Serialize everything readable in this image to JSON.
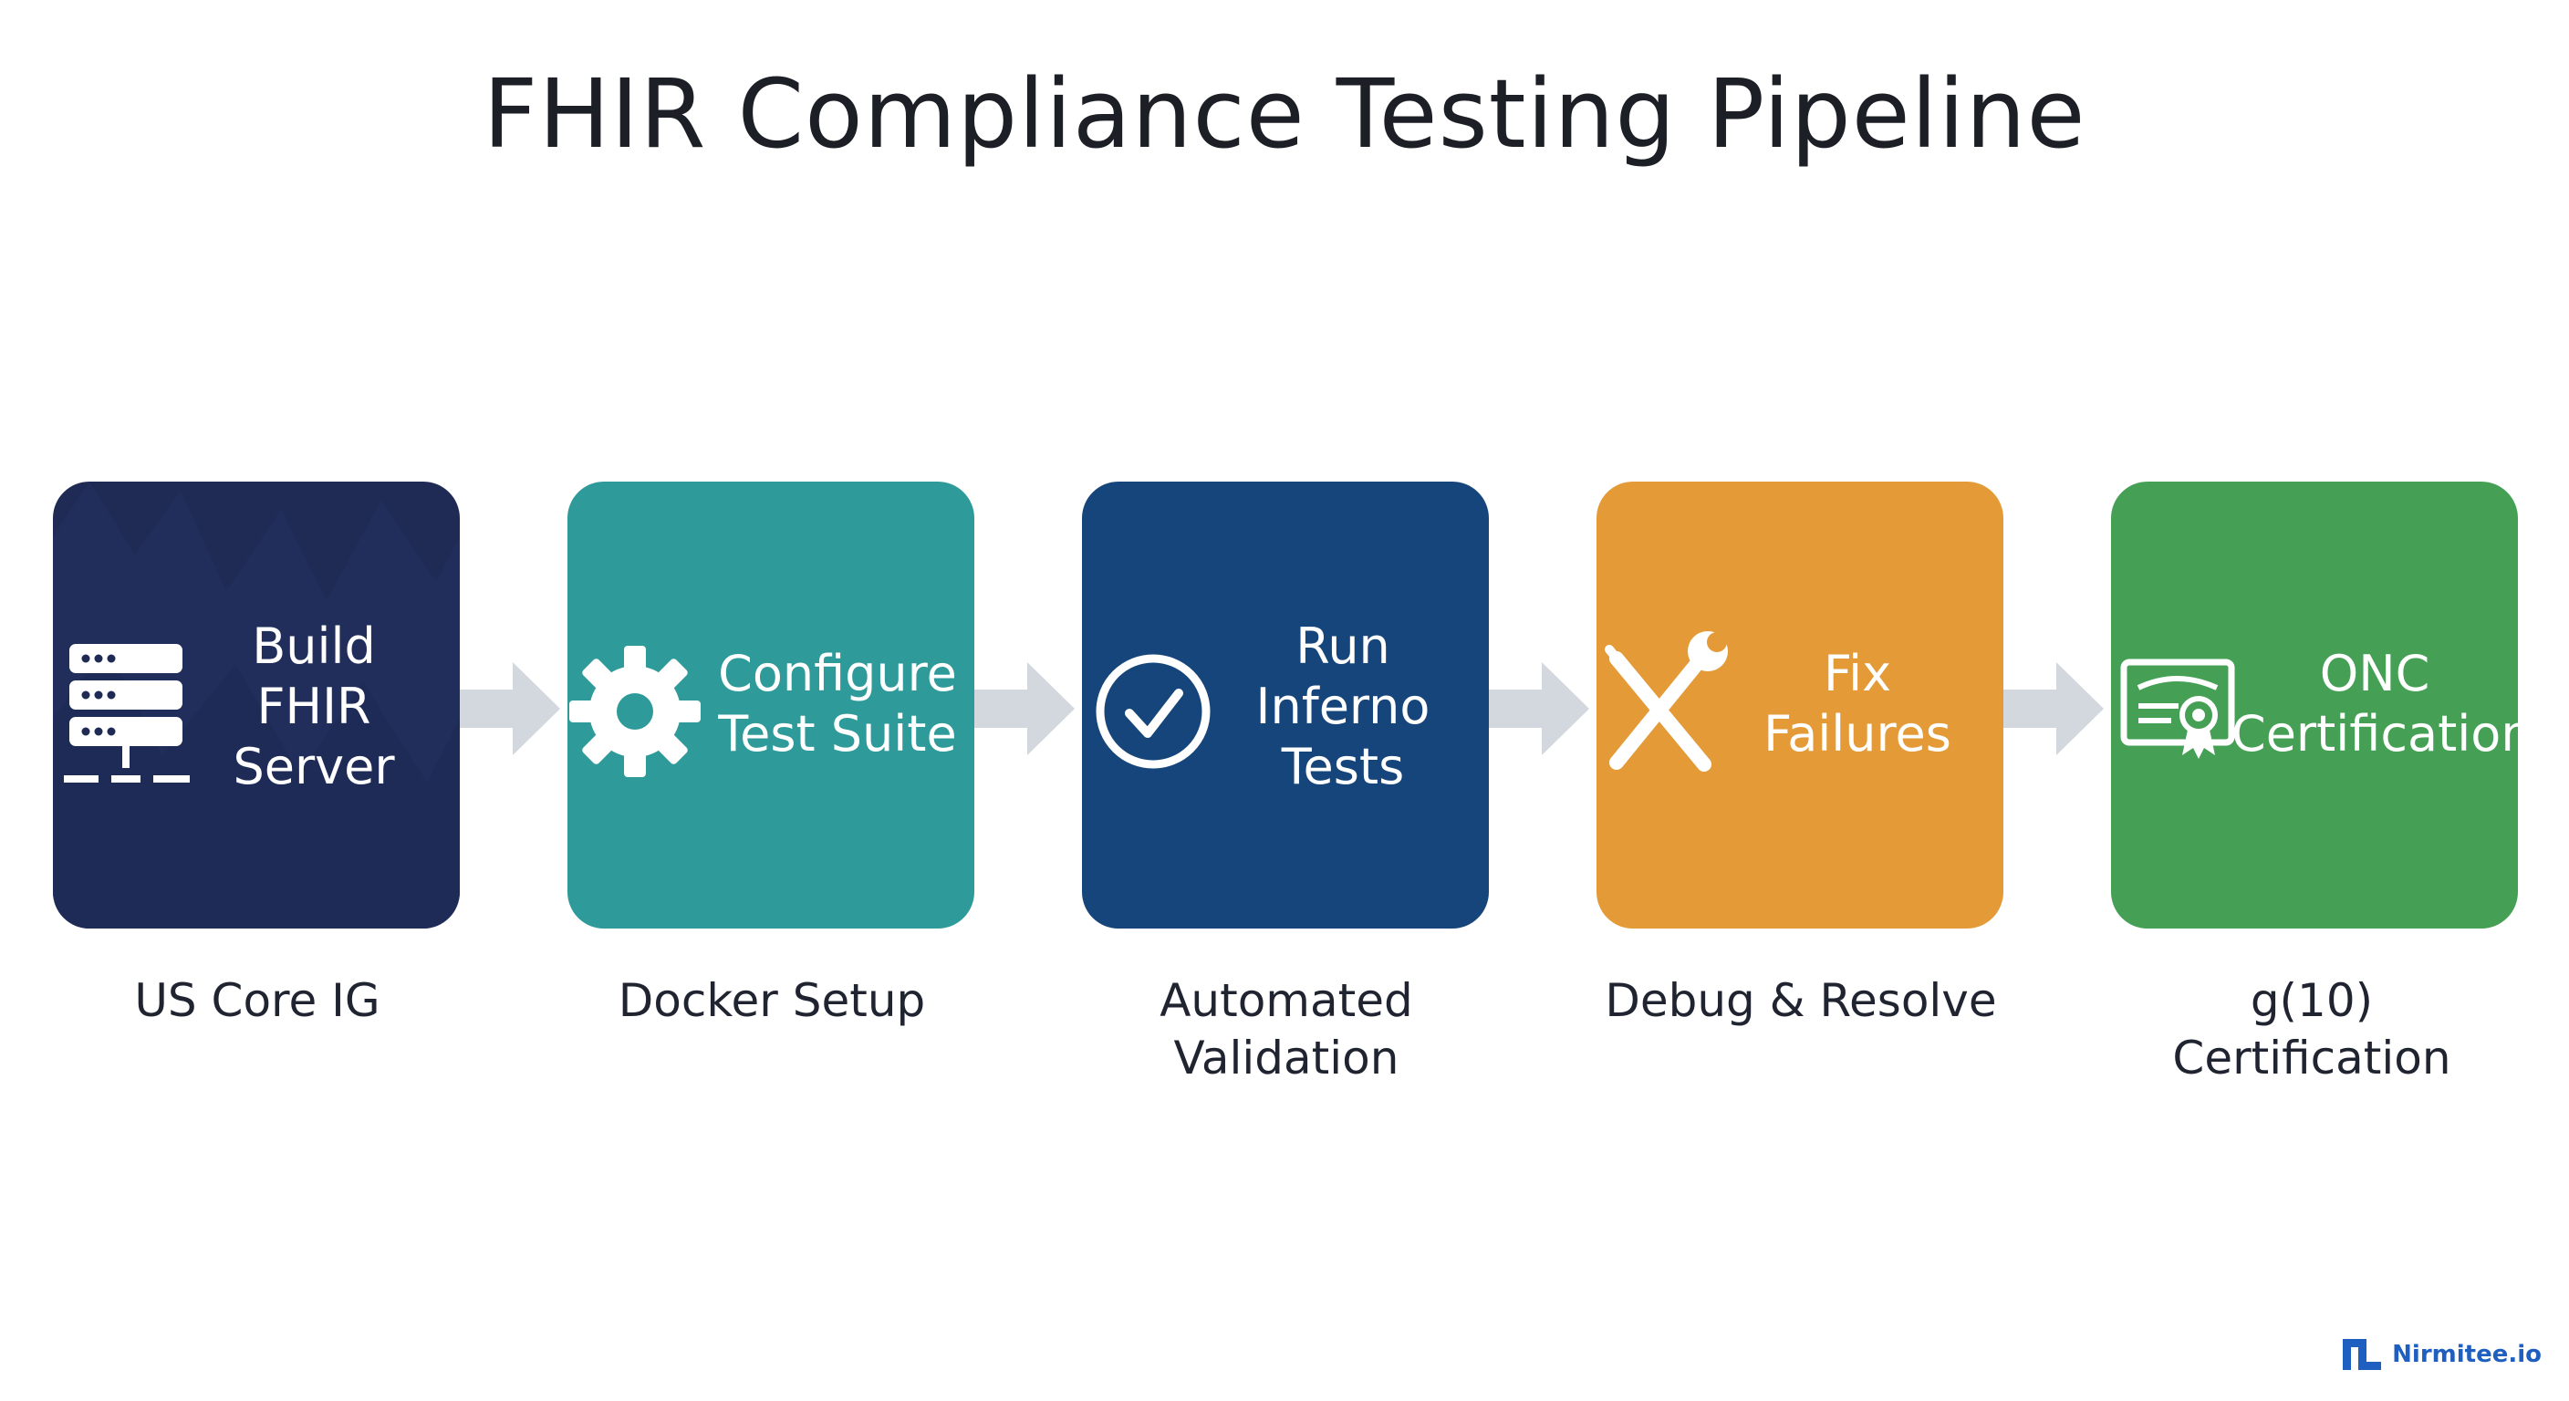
{
  "title": "FHIR Compliance Testing Pipeline",
  "colors": {
    "step1": "#1f2a55",
    "step2": "#2e9a99",
    "step3": "#15457a",
    "step4": "#e39a37",
    "step5": "#45a055",
    "arrow": "#d3d7de"
  },
  "steps": [
    {
      "label_lines": [
        "Build",
        "FHIR",
        "Server"
      ],
      "caption_lines": [
        "US Core IG"
      ],
      "icon": "server-icon"
    },
    {
      "label_lines": [
        "Configure",
        "Test Suite"
      ],
      "caption_lines": [
        "Docker Setup"
      ],
      "icon": "gear-icon"
    },
    {
      "label_lines": [
        "Run",
        "Inferno",
        "Tests"
      ],
      "caption_lines": [
        "Automated",
        "Validation"
      ],
      "icon": "check-circle-icon"
    },
    {
      "label_lines": [
        "Fix",
        "Failures"
      ],
      "caption_lines": [
        "Debug & Resolve"
      ],
      "icon": "tools-icon"
    },
    {
      "label_lines": [
        "ONC",
        "Certification"
      ],
      "caption_lines": [
        "g(10)",
        "Certification"
      ],
      "icon": "certificate-icon"
    }
  ],
  "brand": {
    "name": "Nirmitee.io"
  }
}
